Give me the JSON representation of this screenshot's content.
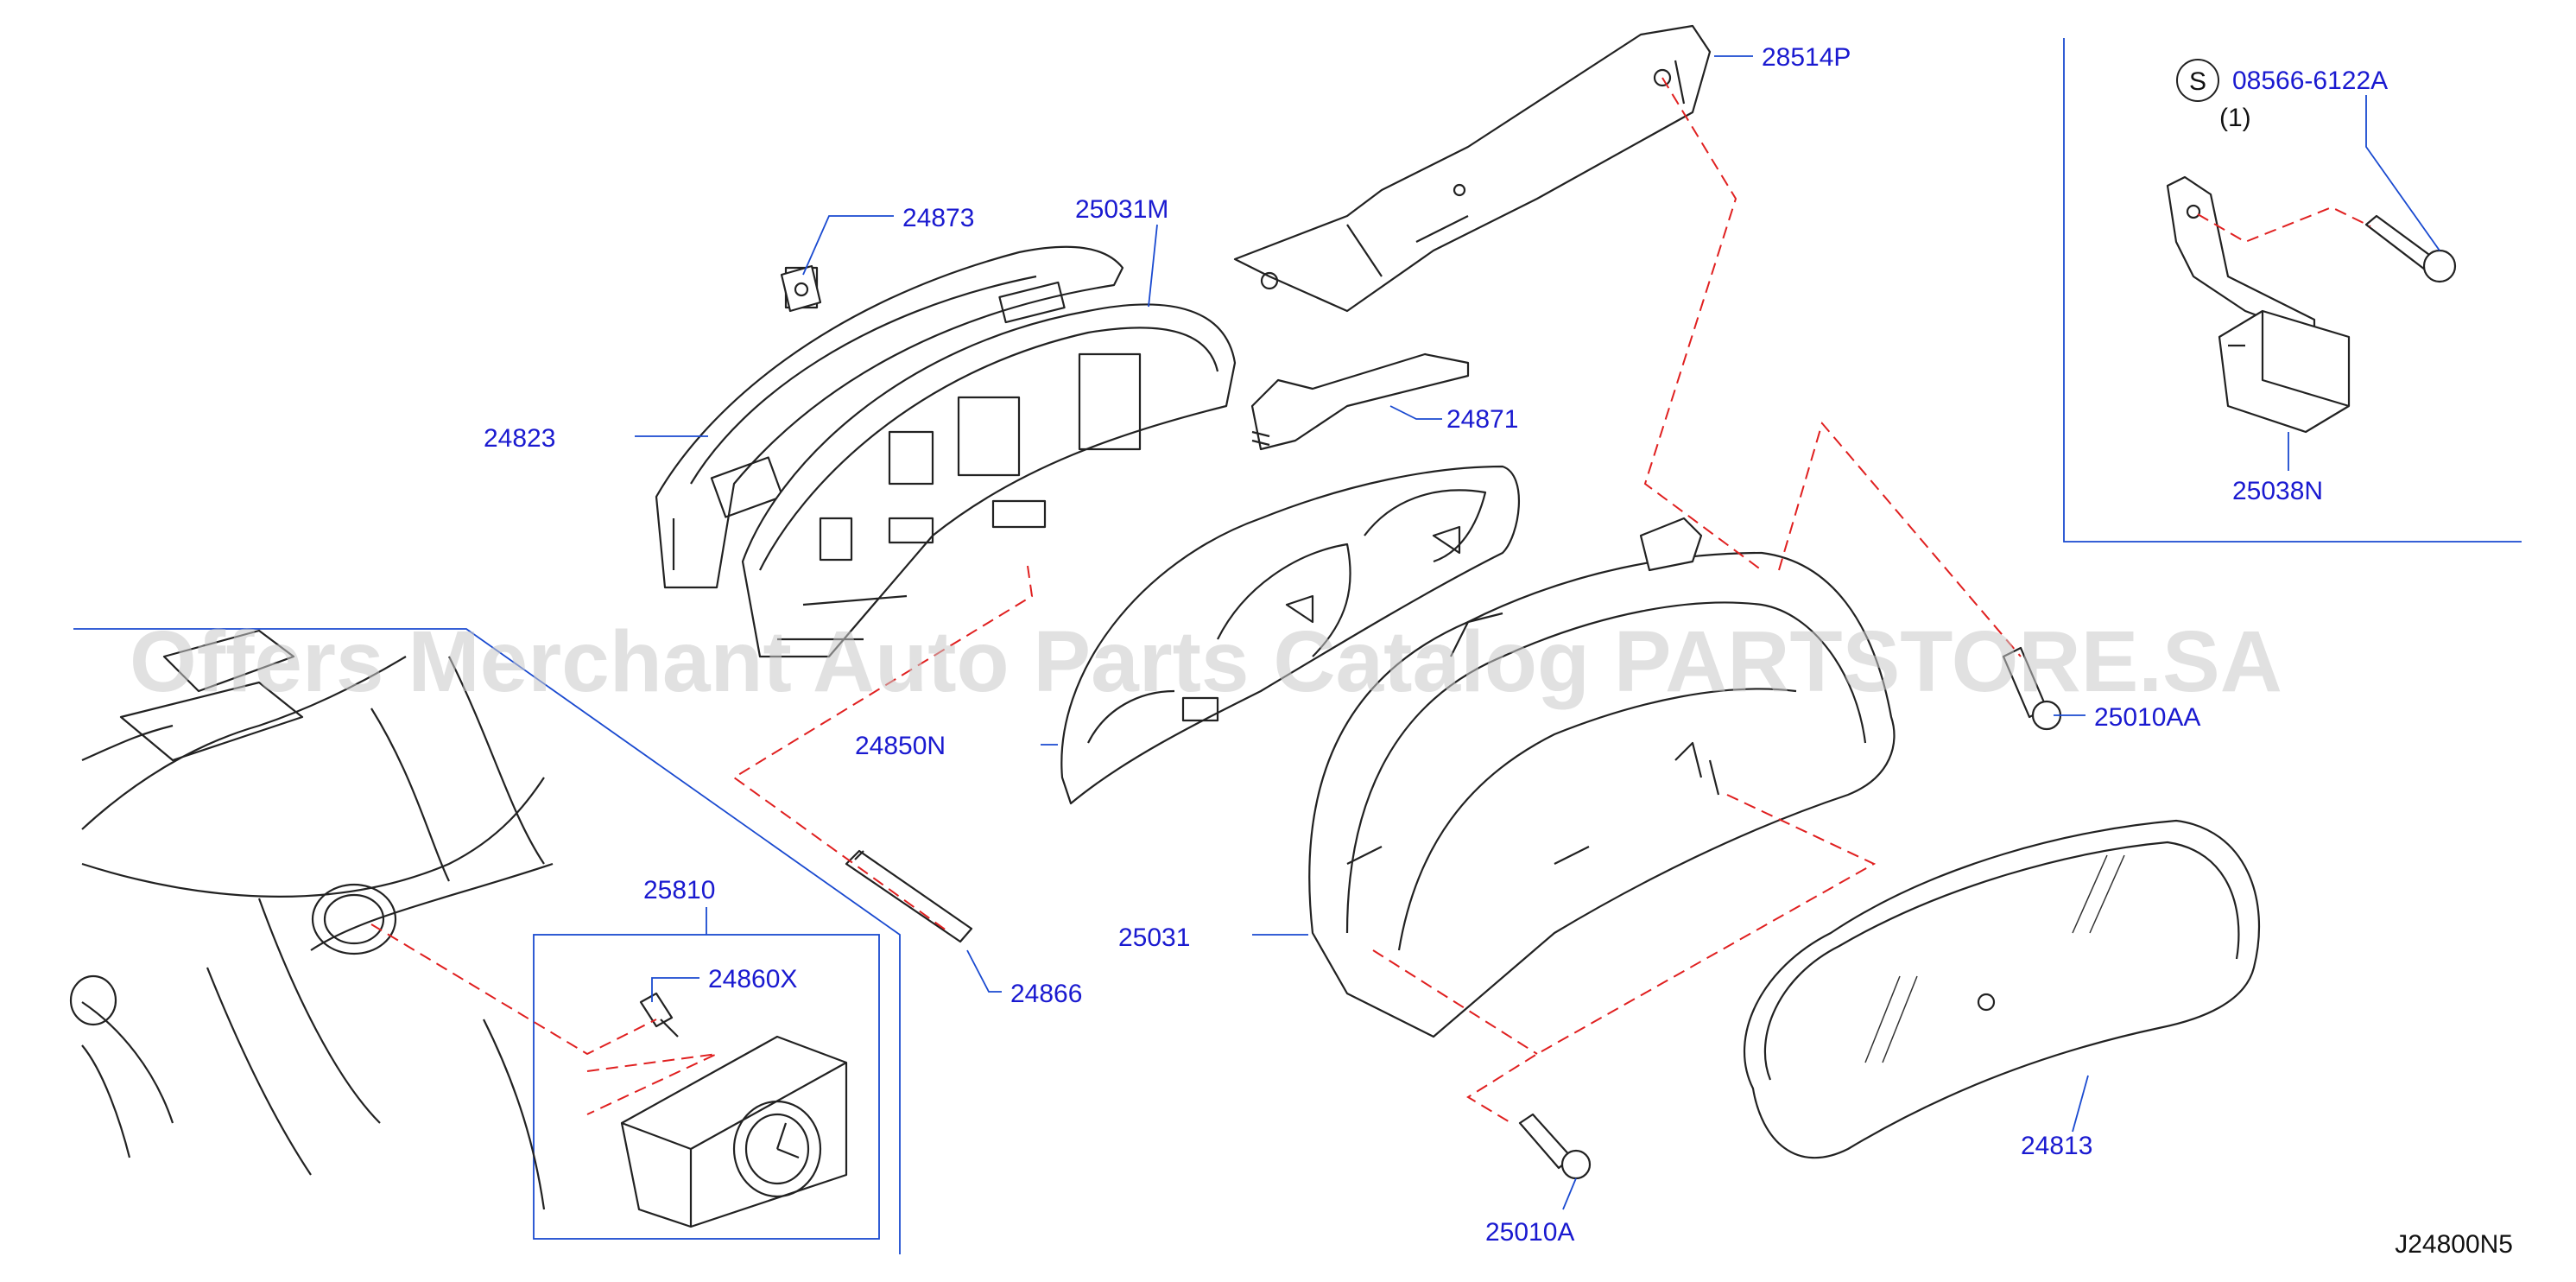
{
  "watermark": "Offers Merchant Auto Parts Catalog PARTSTORE.SA",
  "diagram_code": "J24800N5",
  "colors": {
    "label": "#1a1ad0",
    "leader": "#1a4ad0",
    "dashed": "#e02020",
    "outline": "#222222"
  },
  "labels": {
    "p28514P": "28514P",
    "p24873": "24873",
    "p25031M": "25031M",
    "p24823": "24823",
    "p24871": "24871",
    "p24850N": "24850N",
    "p25010AA": "25010AA",
    "p25810": "25810",
    "p24860X": "24860X",
    "p24866": "24866",
    "p25031": "25031",
    "p24813": "24813",
    "p25010A": "25010A",
    "p08566": "08566-6122A",
    "p25038N": "25038N"
  },
  "inset": {
    "symbol": "S",
    "quantity": "(1)"
  }
}
